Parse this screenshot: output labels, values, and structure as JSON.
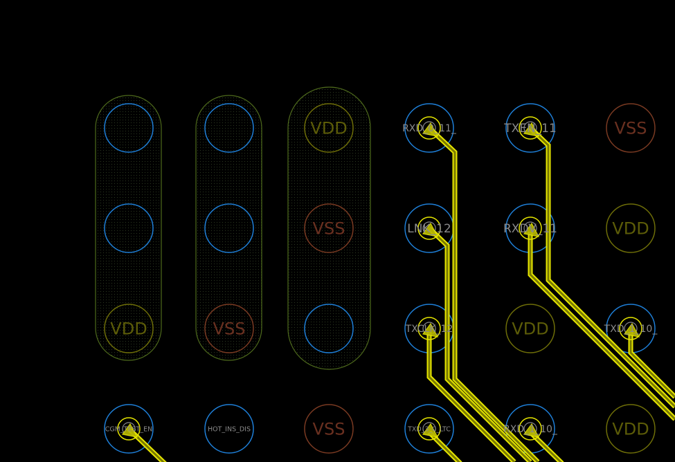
{
  "colors": {
    "background": "#000000",
    "signal_pad": "#1e7fd8",
    "vdd": "#6e6e08",
    "vss": "#7a3a22",
    "trace": "#e6e600",
    "outline": "#4e6a1c"
  },
  "pads": [
    {
      "label": "",
      "net": "blank",
      "col": 0,
      "row": 0
    },
    {
      "label": "",
      "net": "blank",
      "col": 0,
      "row": 1
    },
    {
      "label": "VDD",
      "net": "vdd",
      "col": 0,
      "row": 2
    },
    {
      "label": "CGM_TEST_EN",
      "net": "signal",
      "col": 0,
      "row": 3,
      "via": true
    },
    {
      "label": "",
      "net": "blank",
      "col": 1,
      "row": 0
    },
    {
      "label": "",
      "net": "blank",
      "col": 1,
      "row": 1
    },
    {
      "label": "VSS",
      "net": "vss",
      "col": 1,
      "row": 2
    },
    {
      "label": "HOT_INS_DIS",
      "net": "signal",
      "col": 1,
      "row": 3
    },
    {
      "label": "VDD",
      "net": "vdd",
      "col": 2,
      "row": 0
    },
    {
      "label": "VSS",
      "net": "vss",
      "col": 2,
      "row": 1
    },
    {
      "label": "",
      "net": "blank",
      "col": 2,
      "row": 2
    },
    {
      "label": "VSS",
      "net": "vss",
      "col": 2,
      "row": 3
    },
    {
      "label": "RXD_0_11_",
      "net": "signal",
      "col": 3,
      "row": 0,
      "via": true
    },
    {
      "label": "LNK_12",
      "net": "signal",
      "col": 3,
      "row": 1,
      "via": true
    },
    {
      "label": "TXCLK_12",
      "net": "signal",
      "col": 3,
      "row": 2,
      "via": true
    },
    {
      "label": "TXD_3_0_LTC",
      "net": "signal",
      "col": 3,
      "row": 3,
      "via": true
    },
    {
      "label": "TXEN_11",
      "net": "signal",
      "col": 4,
      "row": 0,
      "via": true
    },
    {
      "label": "RXDV_11",
      "net": "signal",
      "col": 4,
      "row": 1,
      "via": true
    },
    {
      "label": "VDD",
      "net": "vdd",
      "col": 4,
      "row": 2
    },
    {
      "label": "RXD_1_10_",
      "net": "signal",
      "col": 4,
      "row": 3,
      "via": true
    },
    {
      "label": "VSS",
      "net": "vss",
      "col": 5,
      "row": 0
    },
    {
      "label": "VDD",
      "net": "vdd",
      "col": 5,
      "row": 1
    },
    {
      "label": "TXD_1_10_",
      "net": "signal",
      "col": 5,
      "row": 2,
      "via": true
    },
    {
      "label": "VDD",
      "net": "vdd",
      "col": 5,
      "row": 3
    }
  ]
}
